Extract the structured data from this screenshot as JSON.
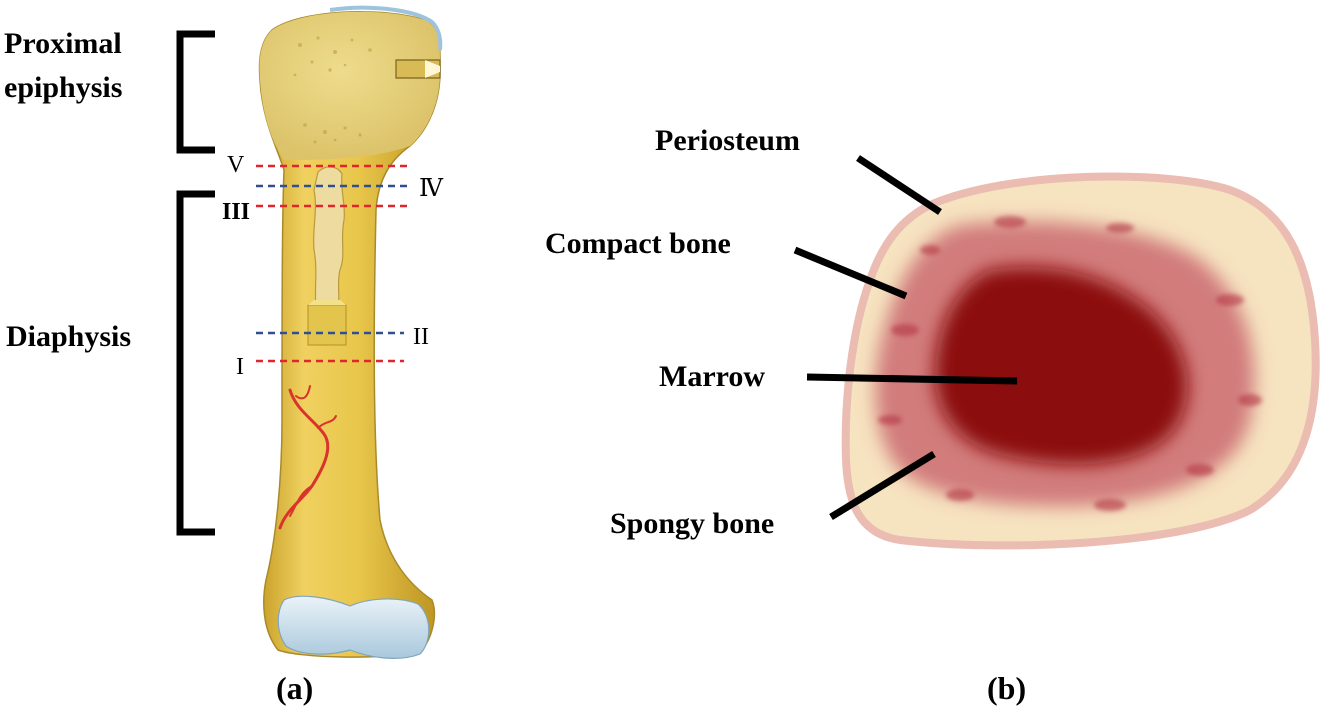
{
  "panel_a": {
    "regions": {
      "proximal_line1": "Proximal",
      "proximal_line2": "epiphysis",
      "diaphysis": "Diaphysis"
    },
    "cut_lines": [
      {
        "label": "V",
        "style": "red-dashed"
      },
      {
        "label": "Ⅳ",
        "style": "blue-dashed"
      },
      {
        "label": "III",
        "style": "red-dashed"
      },
      {
        "label": "II",
        "style": "blue-dashed"
      },
      {
        "label": "I",
        "style": "red-dashed"
      }
    ],
    "caption": "(a)"
  },
  "panel_b": {
    "labels": {
      "periosteum": "Periosteum",
      "compact_bone": "Compact bone",
      "marrow": "Marrow",
      "spongy_bone": "Spongy bone"
    },
    "caption": "(b)"
  },
  "colors": {
    "bone_yellow": "#e8c64a",
    "bone_edge": "#c9a22a",
    "epiphysis_spongy": "#e6d47f",
    "cartilage_blue": "#cfe3ef",
    "cut_red": "#e0262c",
    "cut_blue": "#2f4f8f",
    "vessel_red": "#d9332b",
    "periosteum_pink": "#ebbcb2",
    "compact_cream": "#f6e3c0",
    "marrow_dark": "#8c0a10",
    "spongy_red": "#b33444"
  }
}
